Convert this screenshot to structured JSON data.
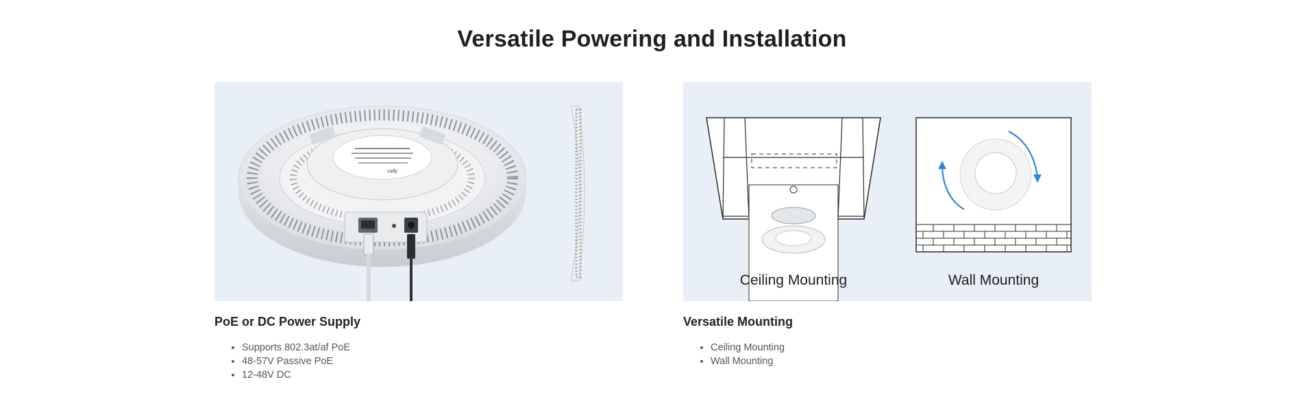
{
  "page": {
    "title": "Versatile Powering and Installation"
  },
  "cards": [
    {
      "heading": "PoE or DC Power Supply",
      "image": "ceiling-access-point-ports-photo",
      "bullets": [
        "Supports 802.3at/af PoE",
        "48-57V Passive PoE",
        "12-48V DC"
      ]
    },
    {
      "heading": "Versatile Mounting",
      "image": "mounting-illustration",
      "image_labels": {
        "ceiling": "Ceiling Mounting",
        "wall": "Wall Mounting"
      },
      "bullets": [
        "Ceiling Mounting",
        "Wall Mounting"
      ]
    }
  ],
  "device_label": "cudy",
  "colors": {
    "panel_bg": "#e8eff6",
    "arrow_blue": "#2f86d6"
  }
}
